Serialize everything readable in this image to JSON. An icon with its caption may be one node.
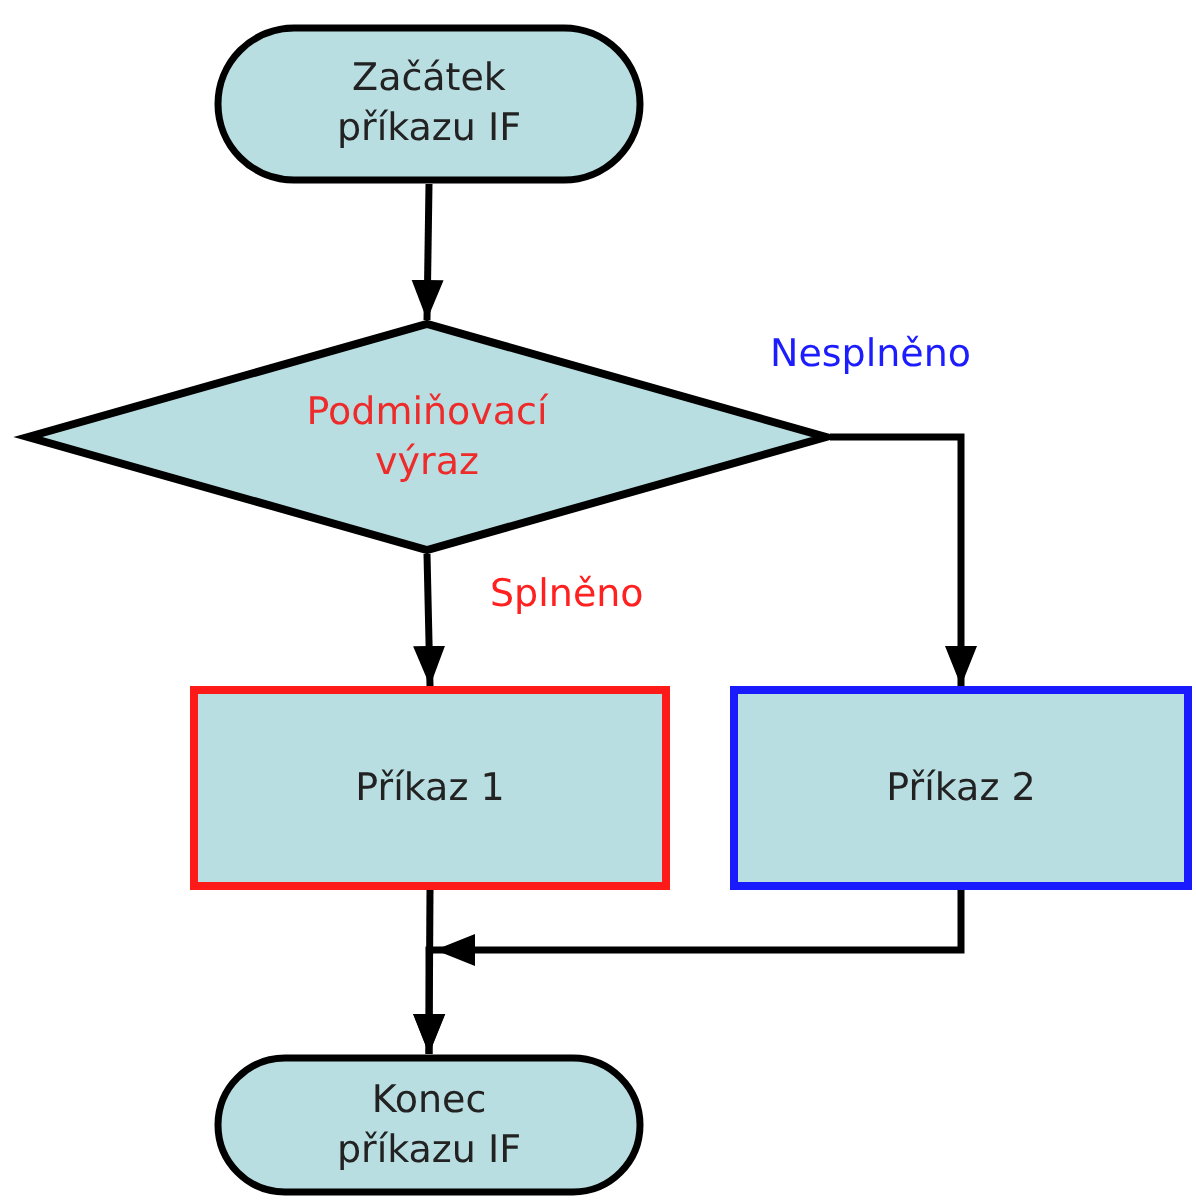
{
  "diagram": {
    "nodes": [
      {
        "text": [
          "Začátek příkazu IF"
        ]
      },
      {
        "text": [
          "Podmiňovací výraz"
        ]
      },
      {
        "text": [
          "Příkaz 1"
        ]
      },
      {
        "text": [
          "Příkaz 2"
        ]
      },
      {
        "text": [
          "Konec příkazu IF"
        ]
      }
    ],
    "edges": [
      {
        "from": 0,
        "to": 1,
        "arrow": "to"
      },
      {
        "from": 1,
        "to": 2,
        "arrow": "to",
        "label": "Splněno"
      },
      {
        "from": 1,
        "to": 3,
        "arrow": "to",
        "label": "Nesplněno"
      },
      {
        "from": 2,
        "to": 4,
        "arrow": "to"
      },
      {
        "from": 3,
        "to": 4,
        "arrow": "to"
      }
    ]
  }
}
